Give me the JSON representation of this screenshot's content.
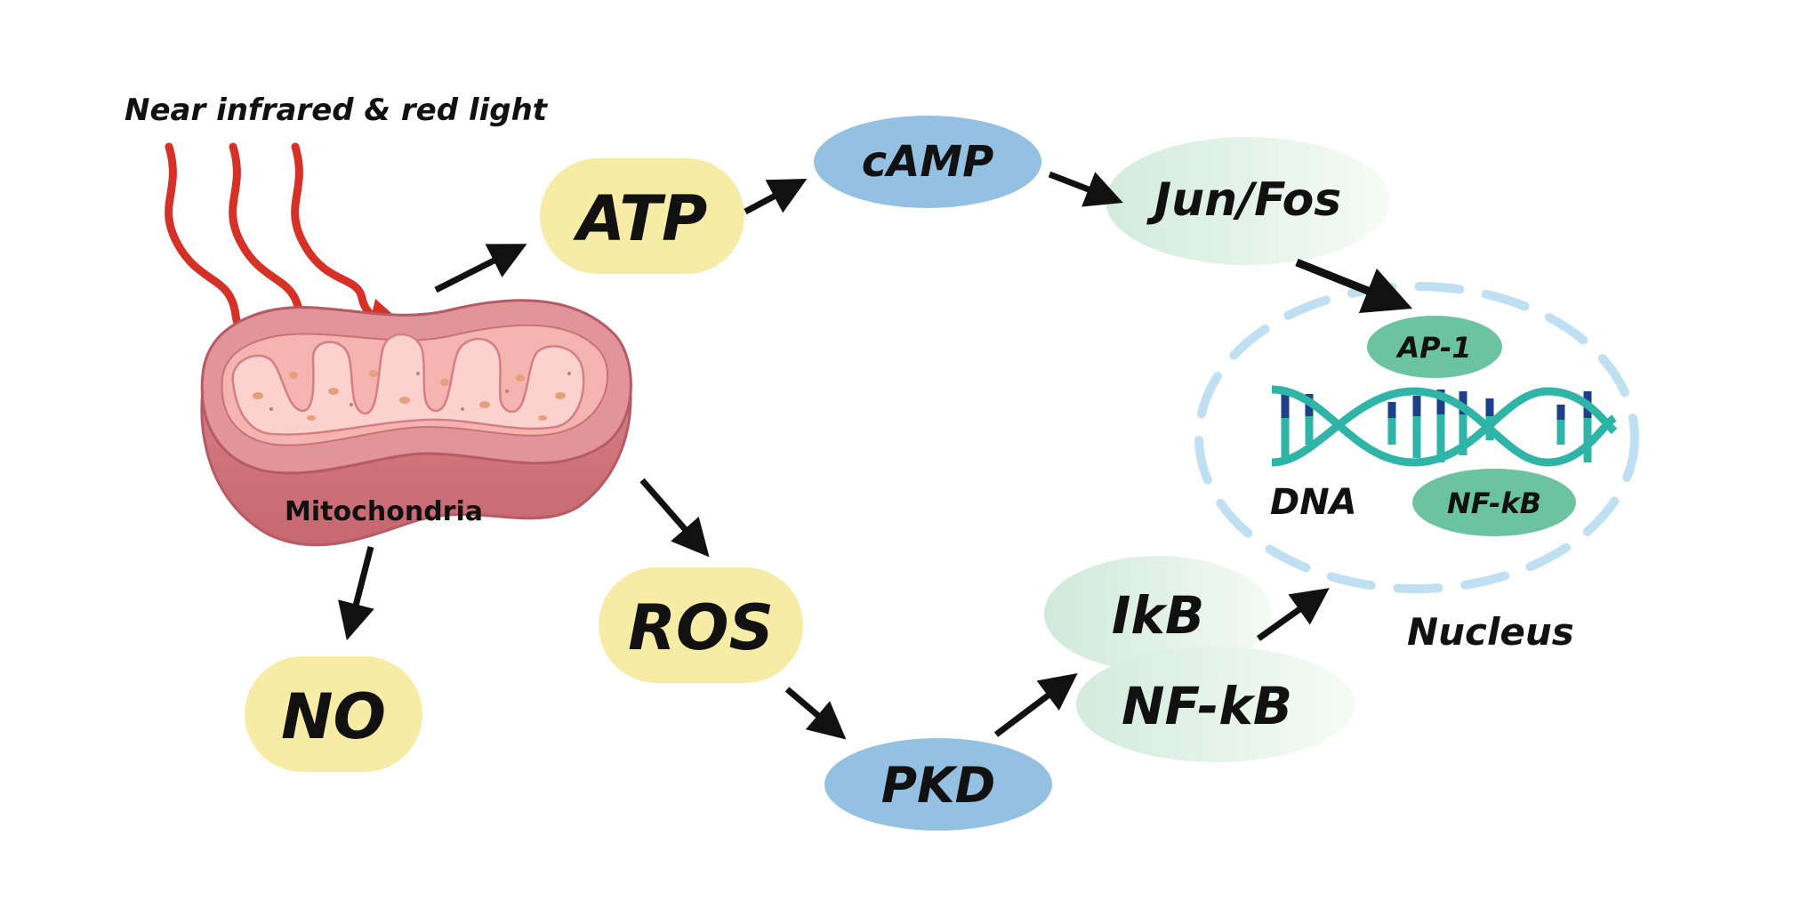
{
  "light_label": "Near infrared & red light",
  "organelle_label": "Mitochondria",
  "nodes": {
    "atp": "ATP",
    "camp": "cAMP",
    "jun_fos": "Jun/Fos",
    "ros": "ROS",
    "no": "NO",
    "pkd": "PKD",
    "ikb": "IkB",
    "nfkb_complex": "NF-kB",
    "ap1": "AP-1",
    "nfkb_nucleus": "NF-kB",
    "dna": "DNA",
    "nucleus": "Nucleus"
  },
  "colors": {
    "molecule_yellow": "#f7eca6",
    "kinase_blue": "#94c0e2",
    "factor_green_light": "#e3f2ea",
    "factor_green_dark": "#6cc3a2",
    "dna_teal": "#2fb5a7",
    "dna_navy": "#1f3f86",
    "nucleus_dash": "#bfdff2",
    "light_red": "#d63027",
    "mito_outer": "#d87f85",
    "mito_inner": "#f5b4b0"
  }
}
